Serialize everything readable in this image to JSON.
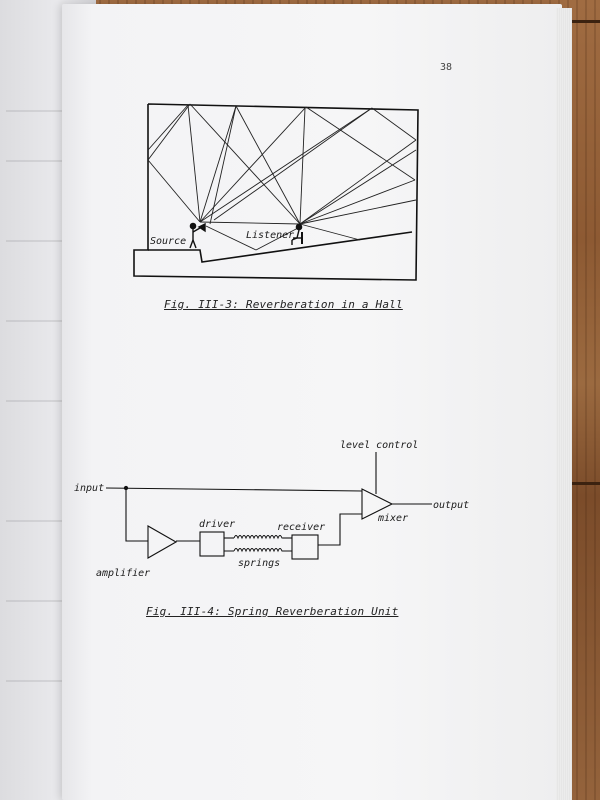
{
  "page": {
    "page_number": "38"
  },
  "figure_hall": {
    "caption": "Fig. III-3: Reverberation in a Hall",
    "source_label": "Source",
    "listener_label": "Listener"
  },
  "figure_spring": {
    "caption": "Fig. III-4: Spring Reverberation Unit",
    "level_control_label": "level control",
    "input_label": "input",
    "output_label": "output",
    "mixer_label": "mixer",
    "driver_label": "driver",
    "receiver_label": "receiver",
    "springs_label": "springs",
    "amplifier_label": "amplifier"
  }
}
